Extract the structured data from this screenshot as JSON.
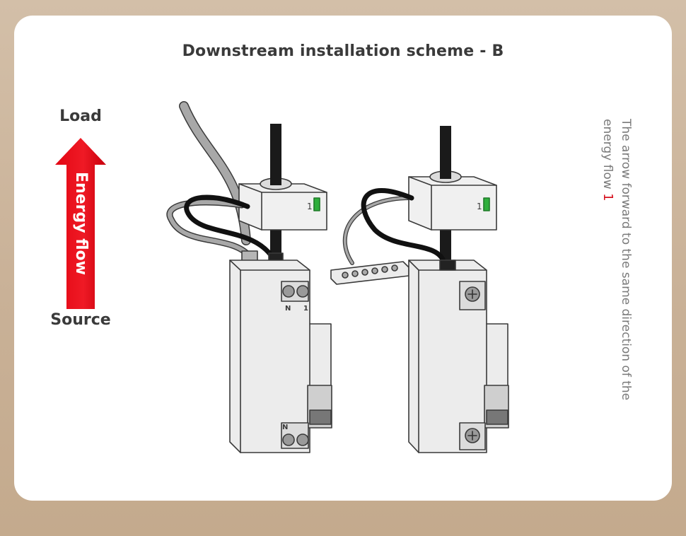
{
  "title": "Downstream installation scheme - B",
  "flow": {
    "load_label": "Load",
    "source_label": "Source",
    "arrow_text": "Energy flow",
    "arrow_color": "#e30613"
  },
  "breaker_left": {
    "top_terminals": [
      "N",
      "1"
    ],
    "bottom_terminals": [
      "N"
    ]
  },
  "sensor": {
    "marking": "1"
  },
  "note": {
    "text": "The arrow forward to the same direction of the energy flow",
    "number": "1"
  }
}
